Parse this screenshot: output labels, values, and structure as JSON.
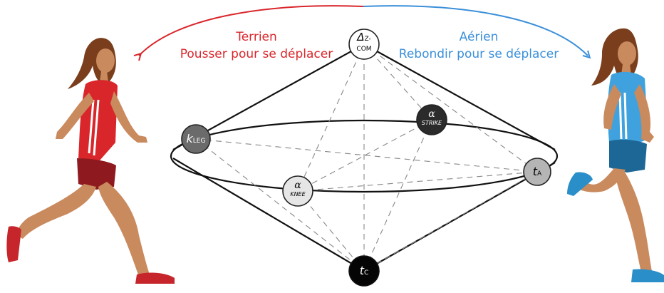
{
  "colors": {
    "terrestrial": "#d9262b",
    "aerial": "#3a8fd9",
    "edge": "#111111",
    "dashed": "#777777"
  },
  "left_mode": {
    "title": "Terrien",
    "subtitle": "Pousser pour se déplacer"
  },
  "right_mode": {
    "title": "Aérien",
    "subtitle": "Rebondir pour se déplacer"
  },
  "nodes": {
    "dz_com": {
      "main": "Δ",
      "sub": "Z-",
      "line2": "COM",
      "fill": "#ffffff",
      "text_color": "#111111"
    },
    "k_leg": {
      "main": "k",
      "sub": "LEG",
      "fill": "#6b6b6b",
      "text_color": "#ffffff"
    },
    "alpha_strike": {
      "main": "α",
      "line2": "STRIKE",
      "fill": "#2b2b2b",
      "text_color": "#ffffff"
    },
    "alpha_knee": {
      "main": "α",
      "line2": "KNEE",
      "fill": "#e6e6e6",
      "text_color": "#111111"
    },
    "t_a": {
      "main": "t",
      "sub": "A",
      "fill": "#b5b5b5",
      "text_color": "#111111"
    },
    "t_c": {
      "main": "t",
      "sub": "C",
      "fill": "#050505",
      "text_color": "#ffffff"
    }
  },
  "figures": {
    "left_runner": {
      "shirt": "#d9262b",
      "shorts": "#8e1a1f",
      "shoes": "#c6262b"
    },
    "right_runner": {
      "shirt": "#3fa2de",
      "shorts": "#1d6796",
      "shoes": "#2a8fc9"
    }
  }
}
